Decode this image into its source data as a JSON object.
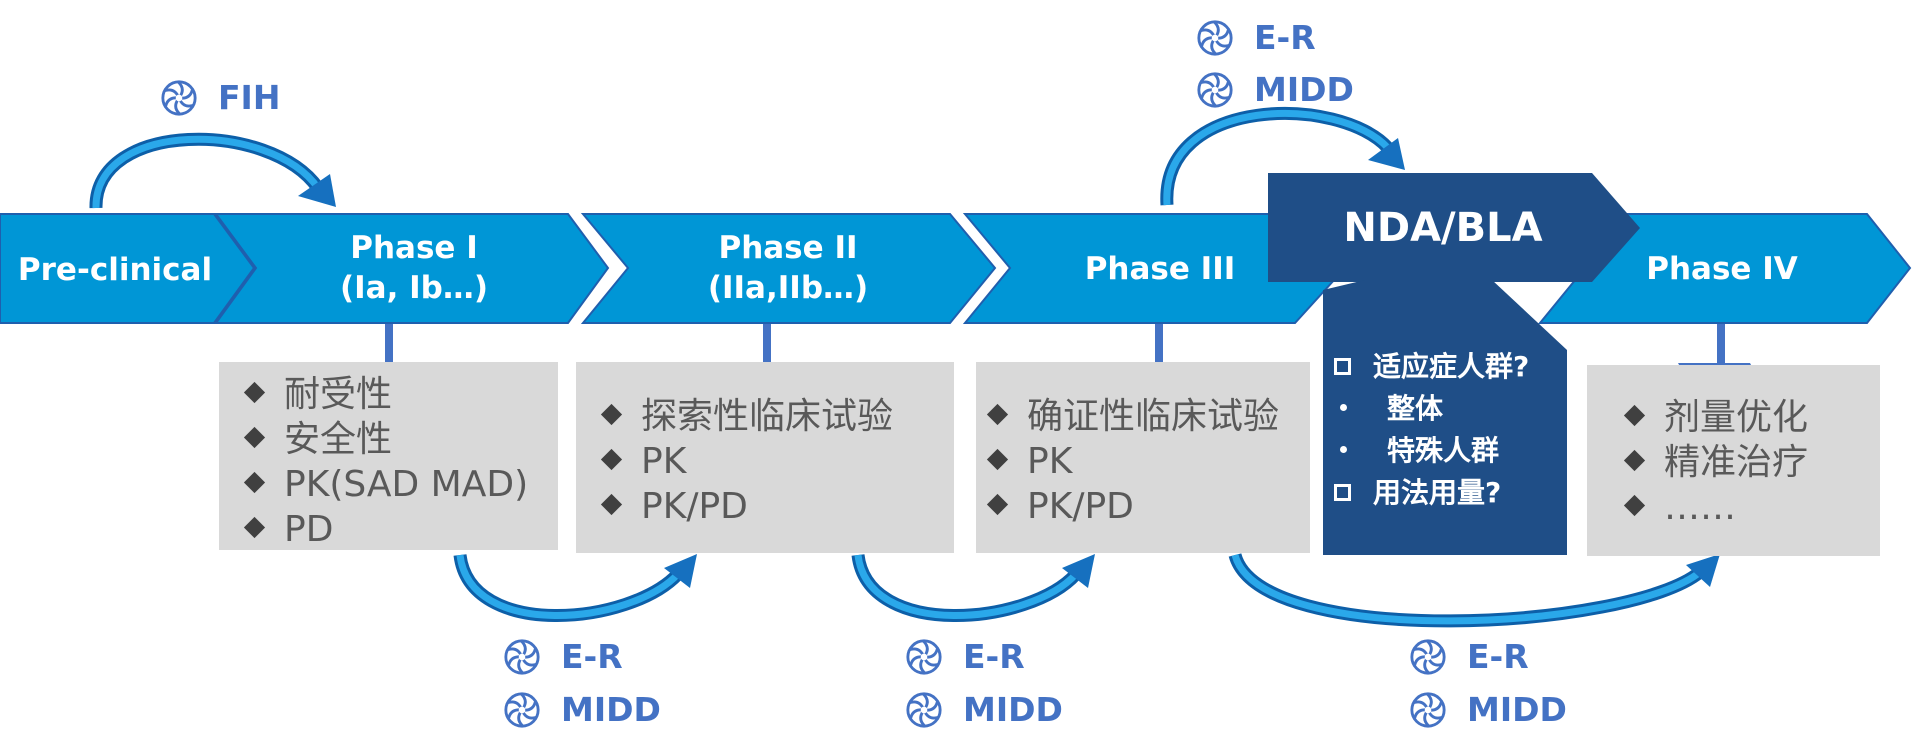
{
  "stages": {
    "preclinical": "Pre-clinical",
    "phase1_title": "Phase I",
    "phase1_sub": "(Ia, Ib…)",
    "phase2_title": "Phase II",
    "phase2_sub": "(IIa,IIb…)",
    "phase3": "Phase III",
    "nda": "NDA/BLA",
    "phase4": "Phase IV"
  },
  "boxes": {
    "phase1": [
      "耐受性",
      "安全性",
      "PK(SAD MAD)",
      "PD"
    ],
    "phase2": [
      "探索性临床试验",
      "PK",
      "PK/PD"
    ],
    "phase3": [
      "确证性临床试验",
      "PK",
      "PK/PD"
    ],
    "phase4": [
      "剂量优化",
      "精准治疗",
      "……"
    ]
  },
  "nda_box": {
    "item1": "适应症人群?",
    "item1a": "整体",
    "item1b": "特殊人群",
    "item2": "用法用量?"
  },
  "tags": {
    "fih": "FIH",
    "er": "E-R",
    "midd": "MIDD"
  },
  "colors": {
    "chevron": "#0096d6",
    "nda_dark": "#1f4e87",
    "connector": "#4472c4",
    "tag_text": "#4472c4",
    "arrow": "#0078c4"
  },
  "icons": {
    "tag_icon": "swirl-icon",
    "bullet": "diamond-bullet-icon",
    "checkbox": "square-checkbox-icon"
  }
}
